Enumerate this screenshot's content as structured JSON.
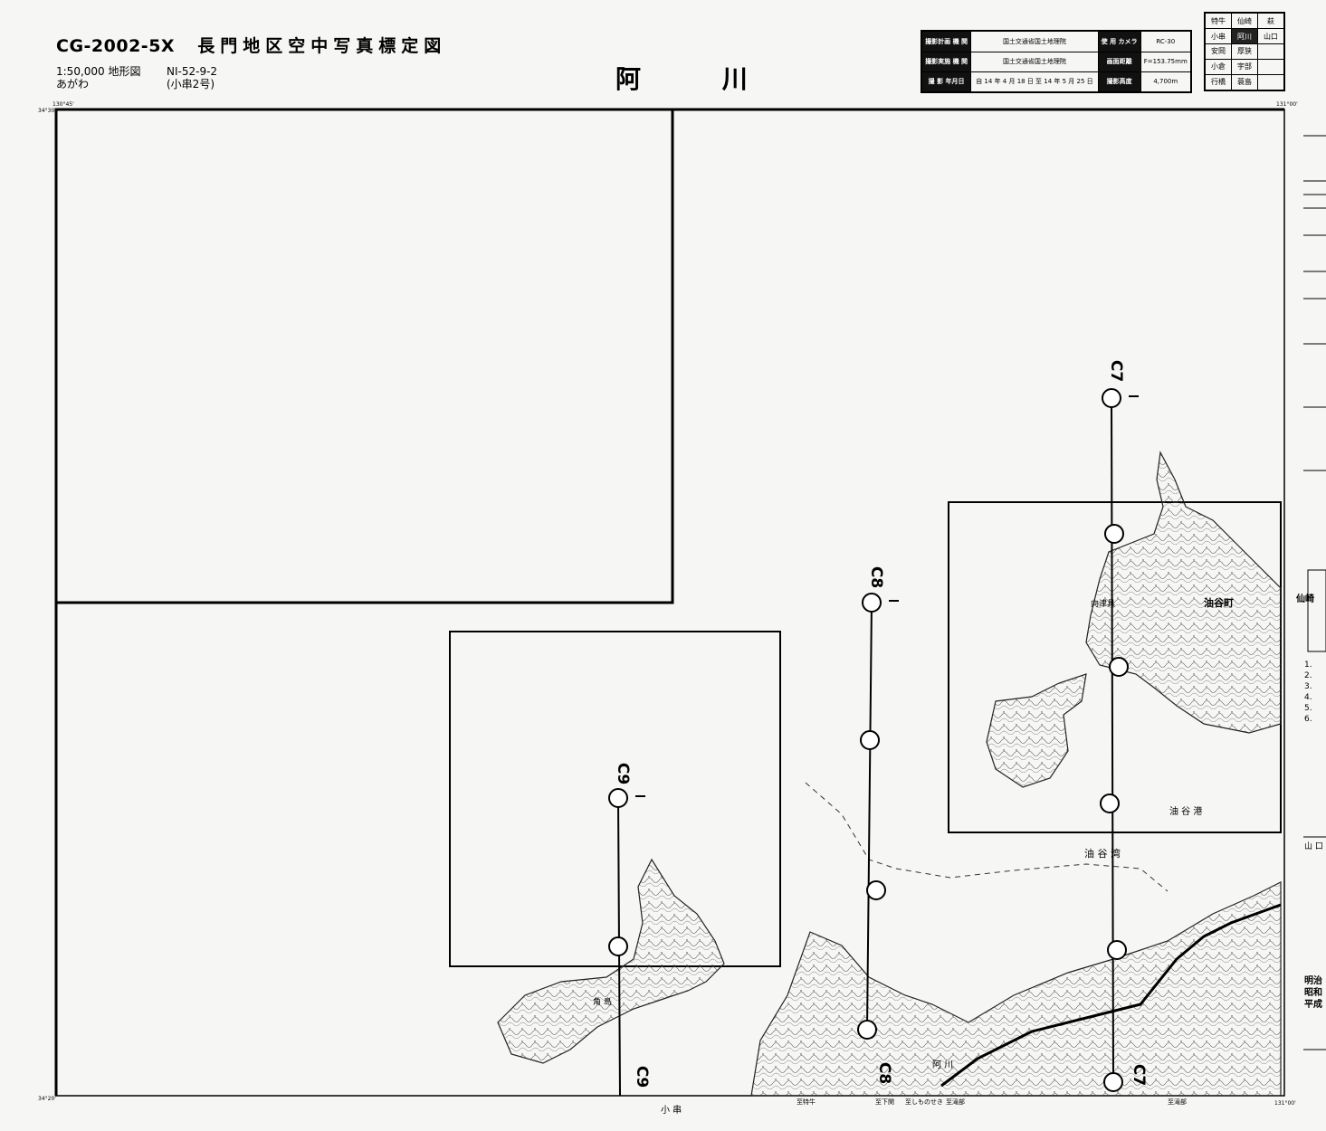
{
  "header": {
    "code": "CG-2002-5X",
    "title": "長門地区空中写真標定図",
    "scale": "1:50,000 地形図",
    "scale_reading": "あがわ",
    "sheet_no": "NI-52-9-2",
    "sheet_sub": "(小串2号)"
  },
  "sheet_title": "阿 川",
  "info_table": {
    "rows": [
      {
        "label": "撮影計画 機 関",
        "value": "国土交通省国土地理院",
        "label2": "使 用 カメラ",
        "value2": "RC-30"
      },
      {
        "label": "撮影実施 機 関",
        "value": "国土交通省国土地理院",
        "label2": "画面距離",
        "value2": "F=153.75mm"
      },
      {
        "label": "撮 影 年月日",
        "value": "自 14 年 4 月 18 日 至 14 年 5 月 25 日",
        "label2": "撮影高度",
        "value2": "4,700m"
      }
    ]
  },
  "index_map": {
    "rows": [
      [
        "特牛",
        "仙崎",
        "萩"
      ],
      [
        "小串",
        "阿川",
        "山口"
      ],
      [
        "安岡",
        "厚狭",
        ""
      ],
      [
        "小倉",
        "宇部",
        ""
      ],
      [
        "行橋",
        "蓑島",
        ""
      ]
    ]
  },
  "map": {
    "corner_tl": "130°45'",
    "corner_tr": "131°00'",
    "corner_bl": "34°20'",
    "corner_br": "131°00'",
    "corner_lat_top": "34°30'",
    "bottom_label": "小 串",
    "bottom_neighbors": [
      "至特牛",
      "至下関",
      "至しものせき",
      "至滝部",
      "至滝部"
    ],
    "place_names": {
      "bay": "油 谷 湾",
      "port": "油 谷 港",
      "town": "油谷町",
      "station": "阿 川",
      "island": "角 島",
      "cape": "向津具",
      "east_label": "仙崎"
    }
  },
  "flight_lines": [
    {
      "name": "C7",
      "top_label": "C7",
      "bottom_label": "C7"
    },
    {
      "name": "C8",
      "top_label": "C8",
      "bottom_label": "C8"
    },
    {
      "name": "C9",
      "top_label": "C9",
      "bottom_label": "C9"
    }
  ],
  "right_margin": {
    "lines": [
      "1.",
      "2.",
      "3.",
      "4.",
      "5.",
      "6."
    ],
    "footer": [
      "明治",
      "昭和",
      "平成",
      "山 口"
    ]
  }
}
